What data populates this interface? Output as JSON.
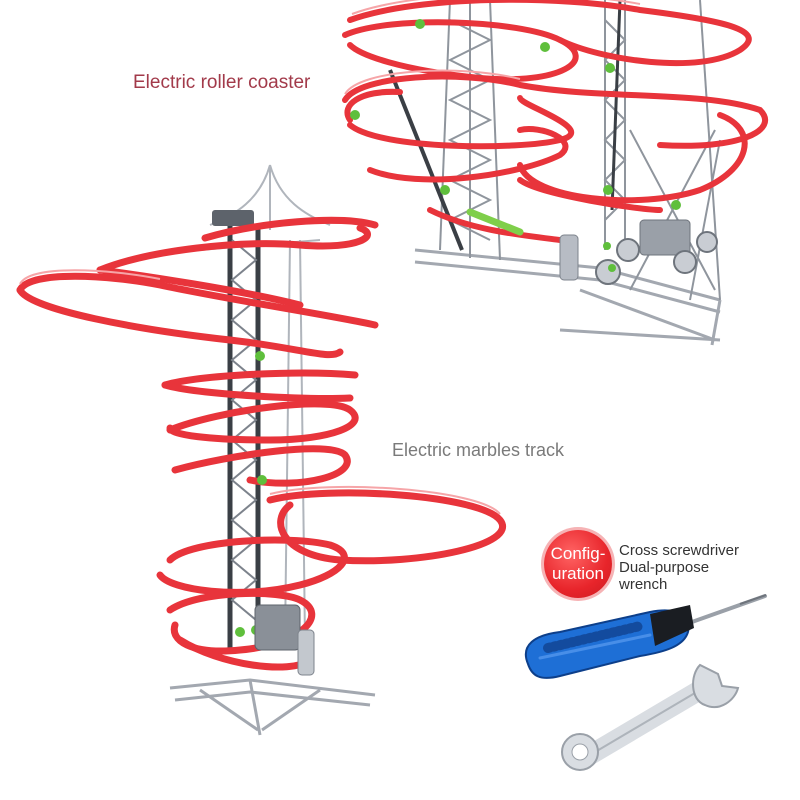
{
  "captions": {
    "coaster": "Electric roller coaster",
    "marbles": "Electric marbles track"
  },
  "configuration": {
    "badge_line1": "Config-",
    "badge_line2": "uration",
    "items": [
      "Cross screwdriver",
      "Dual-purpose",
      "wrench"
    ]
  },
  "colors": {
    "track": "#e8343b",
    "frame": "#9aa0a8",
    "badge": "#e8252b",
    "screwdriver_handle": "#1e6fd6",
    "wrench": "#d9dde2"
  },
  "icons": {
    "screwdriver": "screwdriver-icon",
    "wrench": "wrench-icon"
  }
}
